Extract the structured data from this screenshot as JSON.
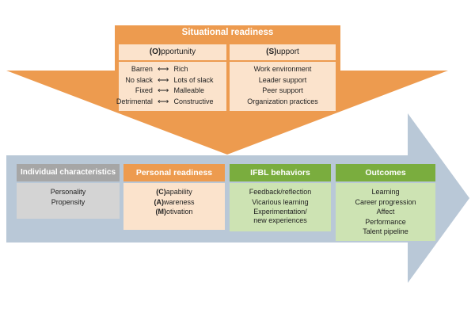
{
  "situational": {
    "title": "Situational readiness",
    "opportunity": {
      "title_cap": "(O)",
      "title_rest": "pportunity",
      "pairs": [
        {
          "left": "Barren",
          "arrow": "⟷",
          "right": "Rich"
        },
        {
          "left": "No slack",
          "arrow": "⟷",
          "right": "Lots of slack"
        },
        {
          "left": "Fixed",
          "arrow": "⟷",
          "right": "Malleable"
        },
        {
          "left": "Detrimental",
          "arrow": "⟷",
          "right": "Constructive"
        }
      ]
    },
    "support": {
      "title_cap": "(S)",
      "title_rest": "upport",
      "items": [
        "Work environment",
        "Leader support",
        "Peer support",
        "Organization practices"
      ]
    }
  },
  "stages": {
    "individual": {
      "title": "Individual characteristics",
      "items": [
        "Personality",
        "Propensity"
      ]
    },
    "personal": {
      "title": "Personal readiness",
      "items": [
        {
          "cap": "(C)",
          "rest": "apability"
        },
        {
          "cap": "(A)",
          "rest": "wareness"
        },
        {
          "cap": "(M)",
          "rest": "otivation"
        }
      ]
    },
    "ifbl": {
      "title": "IFBL behaviors",
      "items": [
        "Feedback/reflection",
        "Vicarious learning",
        "Experimentation/",
        "new experiences"
      ]
    },
    "outcomes": {
      "title": "Outcomes",
      "items": [
        "Learning",
        "Career progression",
        "Affect",
        "Performance",
        "Talent pipeline"
      ]
    }
  },
  "colors": {
    "orange": "#ed9b4f",
    "orange_light": "#fbe3cc",
    "gray_header": "#a6a6a6",
    "gray_light": "#d4d4d4",
    "green": "#7aad3e",
    "green_light": "#cde3b3",
    "arrow_blue": "#b9c8d7"
  }
}
